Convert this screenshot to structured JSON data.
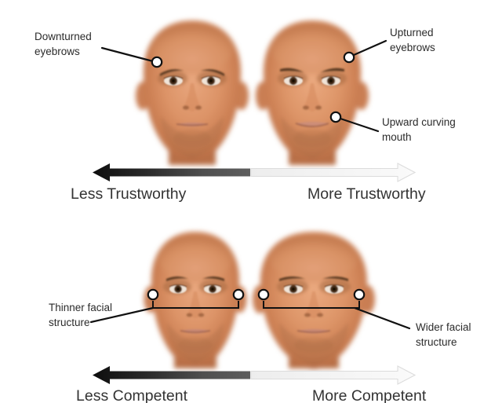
{
  "figure": {
    "background_color": "#ffffff",
    "text_color": "#2b2b2b",
    "label_color": "#333333",
    "marker_fill": "#ffffff",
    "marker_stroke": "#111111"
  },
  "panels": [
    {
      "id": "trustworthiness",
      "annotations": [
        {
          "id": "downturned-eyebrows",
          "line1": "Downturned",
          "line2": "eyebrows"
        },
        {
          "id": "upturned-eyebrows",
          "line1": "Upturned",
          "line2": "eyebrows"
        },
        {
          "id": "upward-curving-mouth",
          "line1": "Upward curving",
          "line2": "mouth"
        }
      ],
      "scale": {
        "left_label": "Less Trustworthy",
        "right_label": "More Trustworthy",
        "left_arrow_color_dark": "#1a1a1a",
        "left_arrow_color_light": "#6e6e6e",
        "right_arrow_color_light": "#f2f2f2",
        "right_arrow_color_edge": "#d8d8d8"
      },
      "faces": [
        {
          "id": "less-trustworthy-face",
          "side": "left"
        },
        {
          "id": "more-trustworthy-face",
          "side": "right"
        }
      ]
    },
    {
      "id": "competence",
      "annotations": [
        {
          "id": "thinner-facial-structure",
          "line1": "Thinner facial",
          "line2": "structure"
        },
        {
          "id": "wider-facial-structure",
          "line1": "Wider facial",
          "line2": "structure"
        }
      ],
      "scale": {
        "left_label": "Less Competent",
        "right_label": "More Competent",
        "left_arrow_color_dark": "#1a1a1a",
        "left_arrow_color_light": "#6e6e6e",
        "right_arrow_color_light": "#f2f2f2",
        "right_arrow_color_edge": "#d8d8d8"
      },
      "faces": [
        {
          "id": "less-competent-face",
          "side": "left"
        },
        {
          "id": "more-competent-face",
          "side": "right"
        }
      ]
    }
  ]
}
